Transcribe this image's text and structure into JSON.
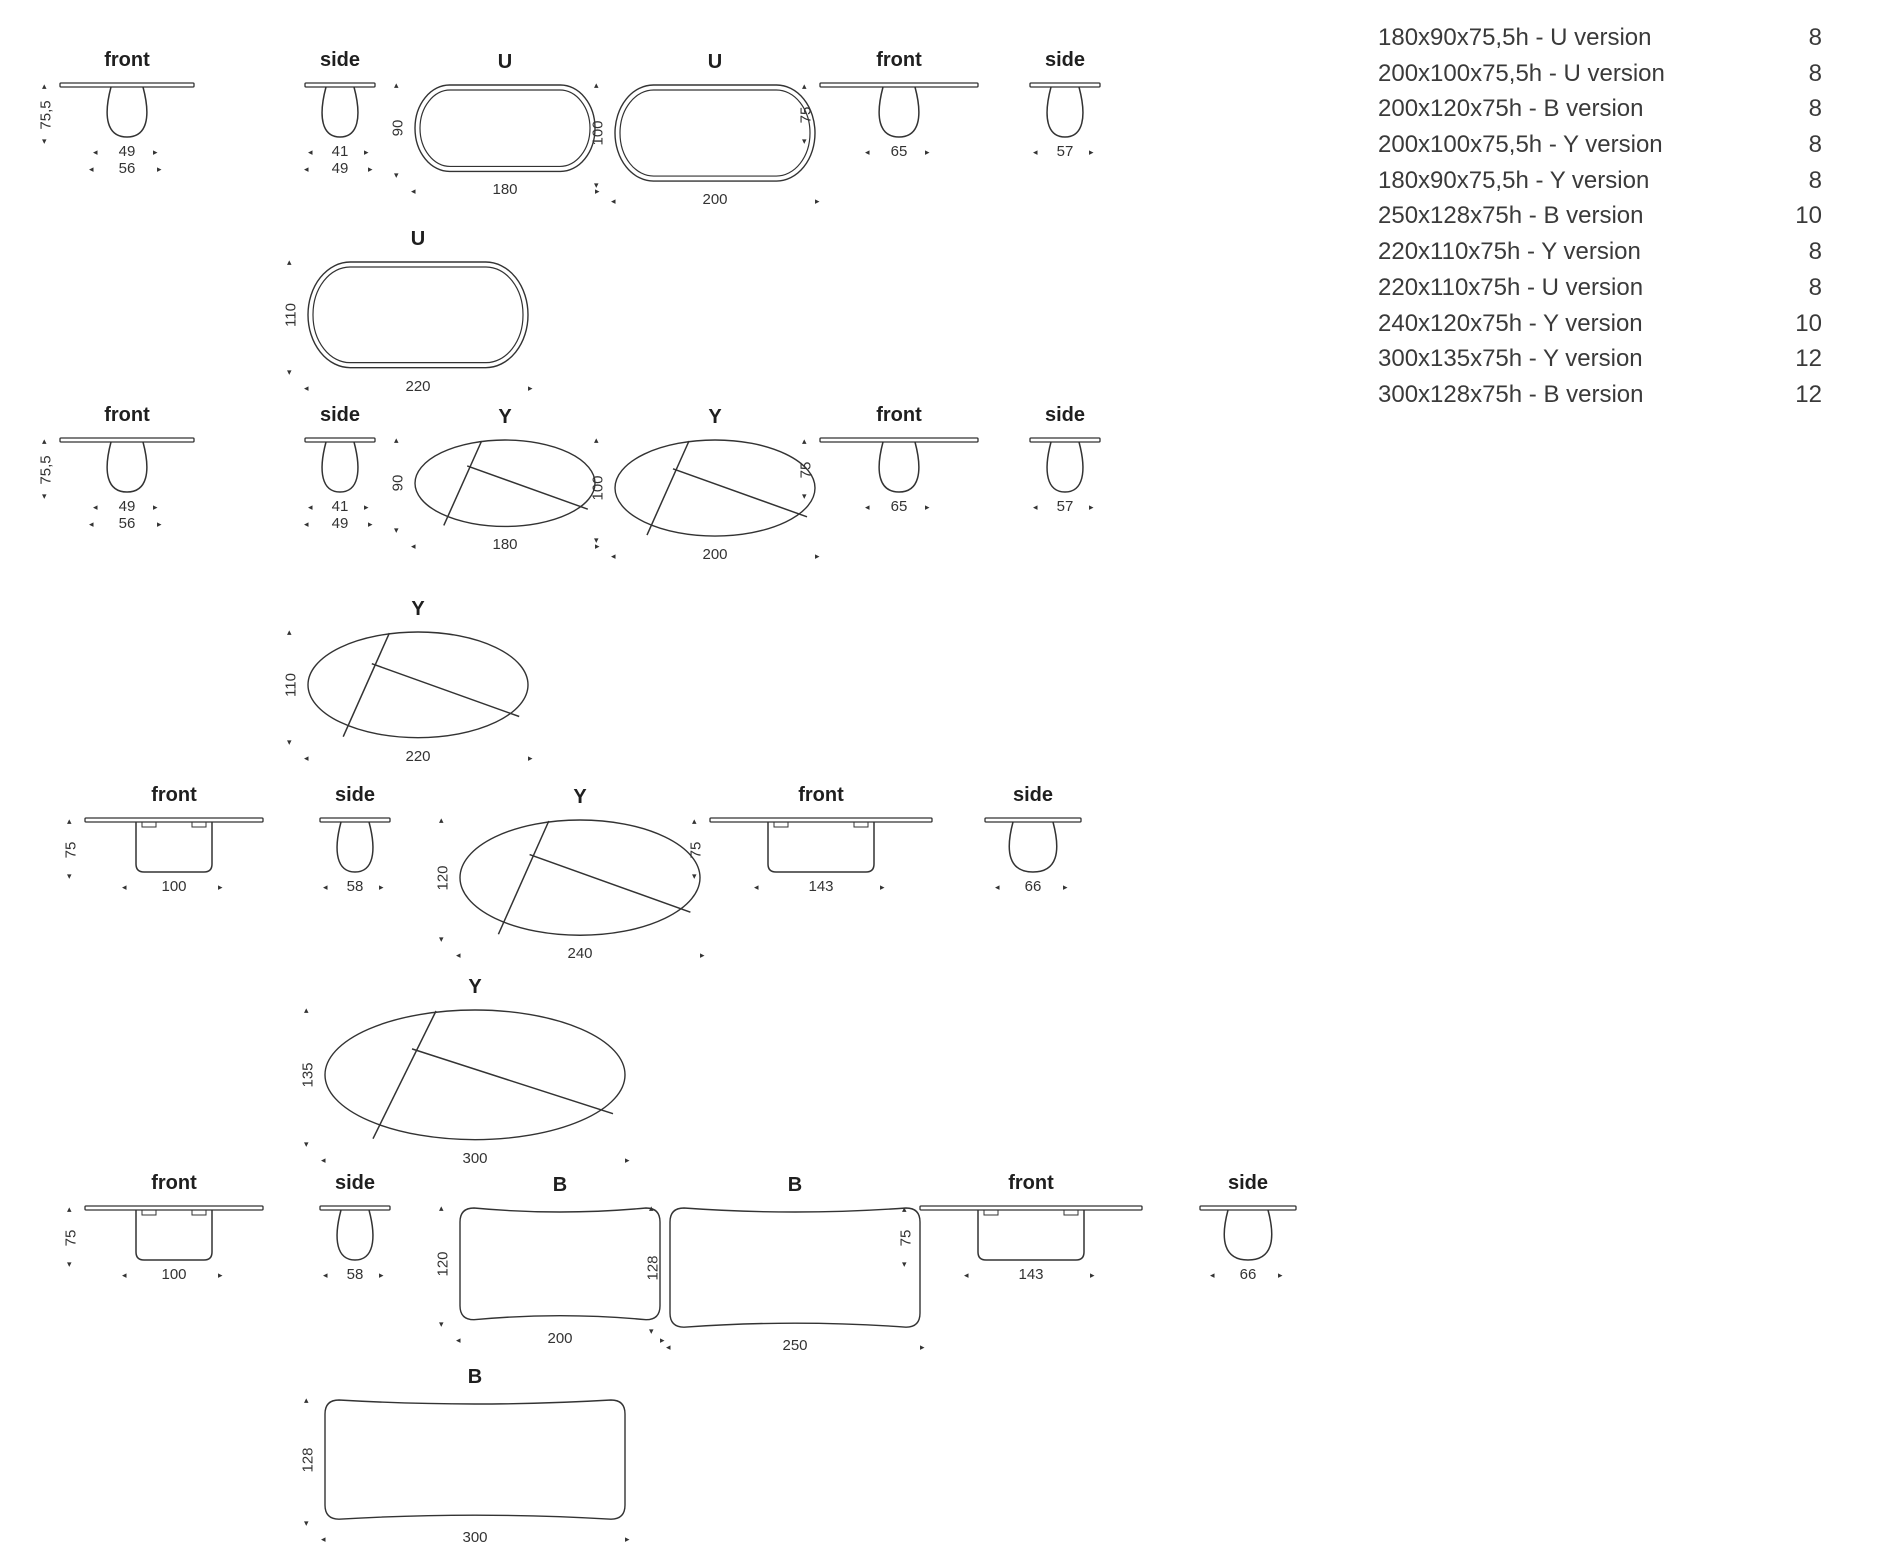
{
  "seating_table": [
    {
      "description": "180x90x75,5h - U version",
      "seats": "8"
    },
    {
      "description": "200x100x75,5h - U version",
      "seats": "8"
    },
    {
      "description": "200x120x75h - B version",
      "seats": "8"
    },
    {
      "description": "200x100x75,5h - Y version",
      "seats": "8"
    },
    {
      "description": "180x90x75,5h - Y version",
      "seats": "8"
    },
    {
      "description": "250x128x75h - B version",
      "seats": "10"
    },
    {
      "description": "220x110x75h - Y version",
      "seats": "8"
    },
    {
      "description": "220x110x75h - U version",
      "seats": "8"
    },
    {
      "description": "240x120x75h - Y version",
      "seats": "10"
    },
    {
      "description": "300x135x75h - Y version",
      "seats": "12"
    },
    {
      "description": "300x128x75h - B version",
      "seats": "12"
    }
  ],
  "drawings": [
    {
      "kind": "front",
      "title": "front",
      "height": "75,5",
      "widths": [
        "49",
        "56"
      ]
    },
    {
      "kind": "side",
      "title": "side",
      "widths": [
        "41",
        "49"
      ]
    },
    {
      "kind": "top-u",
      "title": "U",
      "depth": "90",
      "length": "180"
    },
    {
      "kind": "top-u",
      "title": "U",
      "depth": "100",
      "length": "200"
    },
    {
      "kind": "front",
      "title": "front",
      "height": "75",
      "widths": [
        "65"
      ]
    },
    {
      "kind": "side",
      "title": "side",
      "widths": [
        "57"
      ]
    },
    {
      "kind": "top-u",
      "title": "U",
      "depth": "110",
      "length": "220"
    },
    {
      "kind": "front",
      "title": "front",
      "height": "75,5",
      "widths": [
        "49",
        "56"
      ]
    },
    {
      "kind": "side",
      "title": "side",
      "widths": [
        "41",
        "49"
      ]
    },
    {
      "kind": "top-y",
      "title": "Y",
      "depth": "90",
      "length": "180"
    },
    {
      "kind": "top-y",
      "title": "Y",
      "depth": "100",
      "length": "200"
    },
    {
      "kind": "front",
      "title": "front",
      "height": "75",
      "widths": [
        "65"
      ]
    },
    {
      "kind": "side",
      "title": "side",
      "widths": [
        "57"
      ]
    },
    {
      "kind": "top-y",
      "title": "Y",
      "depth": "110",
      "length": "220"
    },
    {
      "kind": "front-wide",
      "title": "front",
      "height": "75",
      "widths": [
        "100"
      ]
    },
    {
      "kind": "side",
      "title": "side",
      "widths": [
        "58"
      ]
    },
    {
      "kind": "top-y",
      "title": "Y",
      "depth": "120",
      "length": "240"
    },
    {
      "kind": "front-wide",
      "title": "front",
      "height": "75",
      "widths": [
        "143"
      ]
    },
    {
      "kind": "side",
      "title": "side",
      "widths": [
        "66"
      ]
    },
    {
      "kind": "top-y",
      "title": "Y",
      "depth": "135",
      "length": "300"
    },
    {
      "kind": "front-wide",
      "title": "front",
      "height": "75",
      "widths": [
        "100"
      ]
    },
    {
      "kind": "side",
      "title": "side",
      "widths": [
        "58"
      ]
    },
    {
      "kind": "top-b",
      "title": "B",
      "depth": "120",
      "length": "200"
    },
    {
      "kind": "top-b",
      "title": "B",
      "depth": "128",
      "length": "250"
    },
    {
      "kind": "front-wide",
      "title": "front",
      "height": "75",
      "widths": [
        "143"
      ]
    },
    {
      "kind": "side",
      "title": "side",
      "widths": [
        "66"
      ]
    },
    {
      "kind": "top-b",
      "title": "B",
      "depth": "128",
      "length": "300"
    }
  ]
}
